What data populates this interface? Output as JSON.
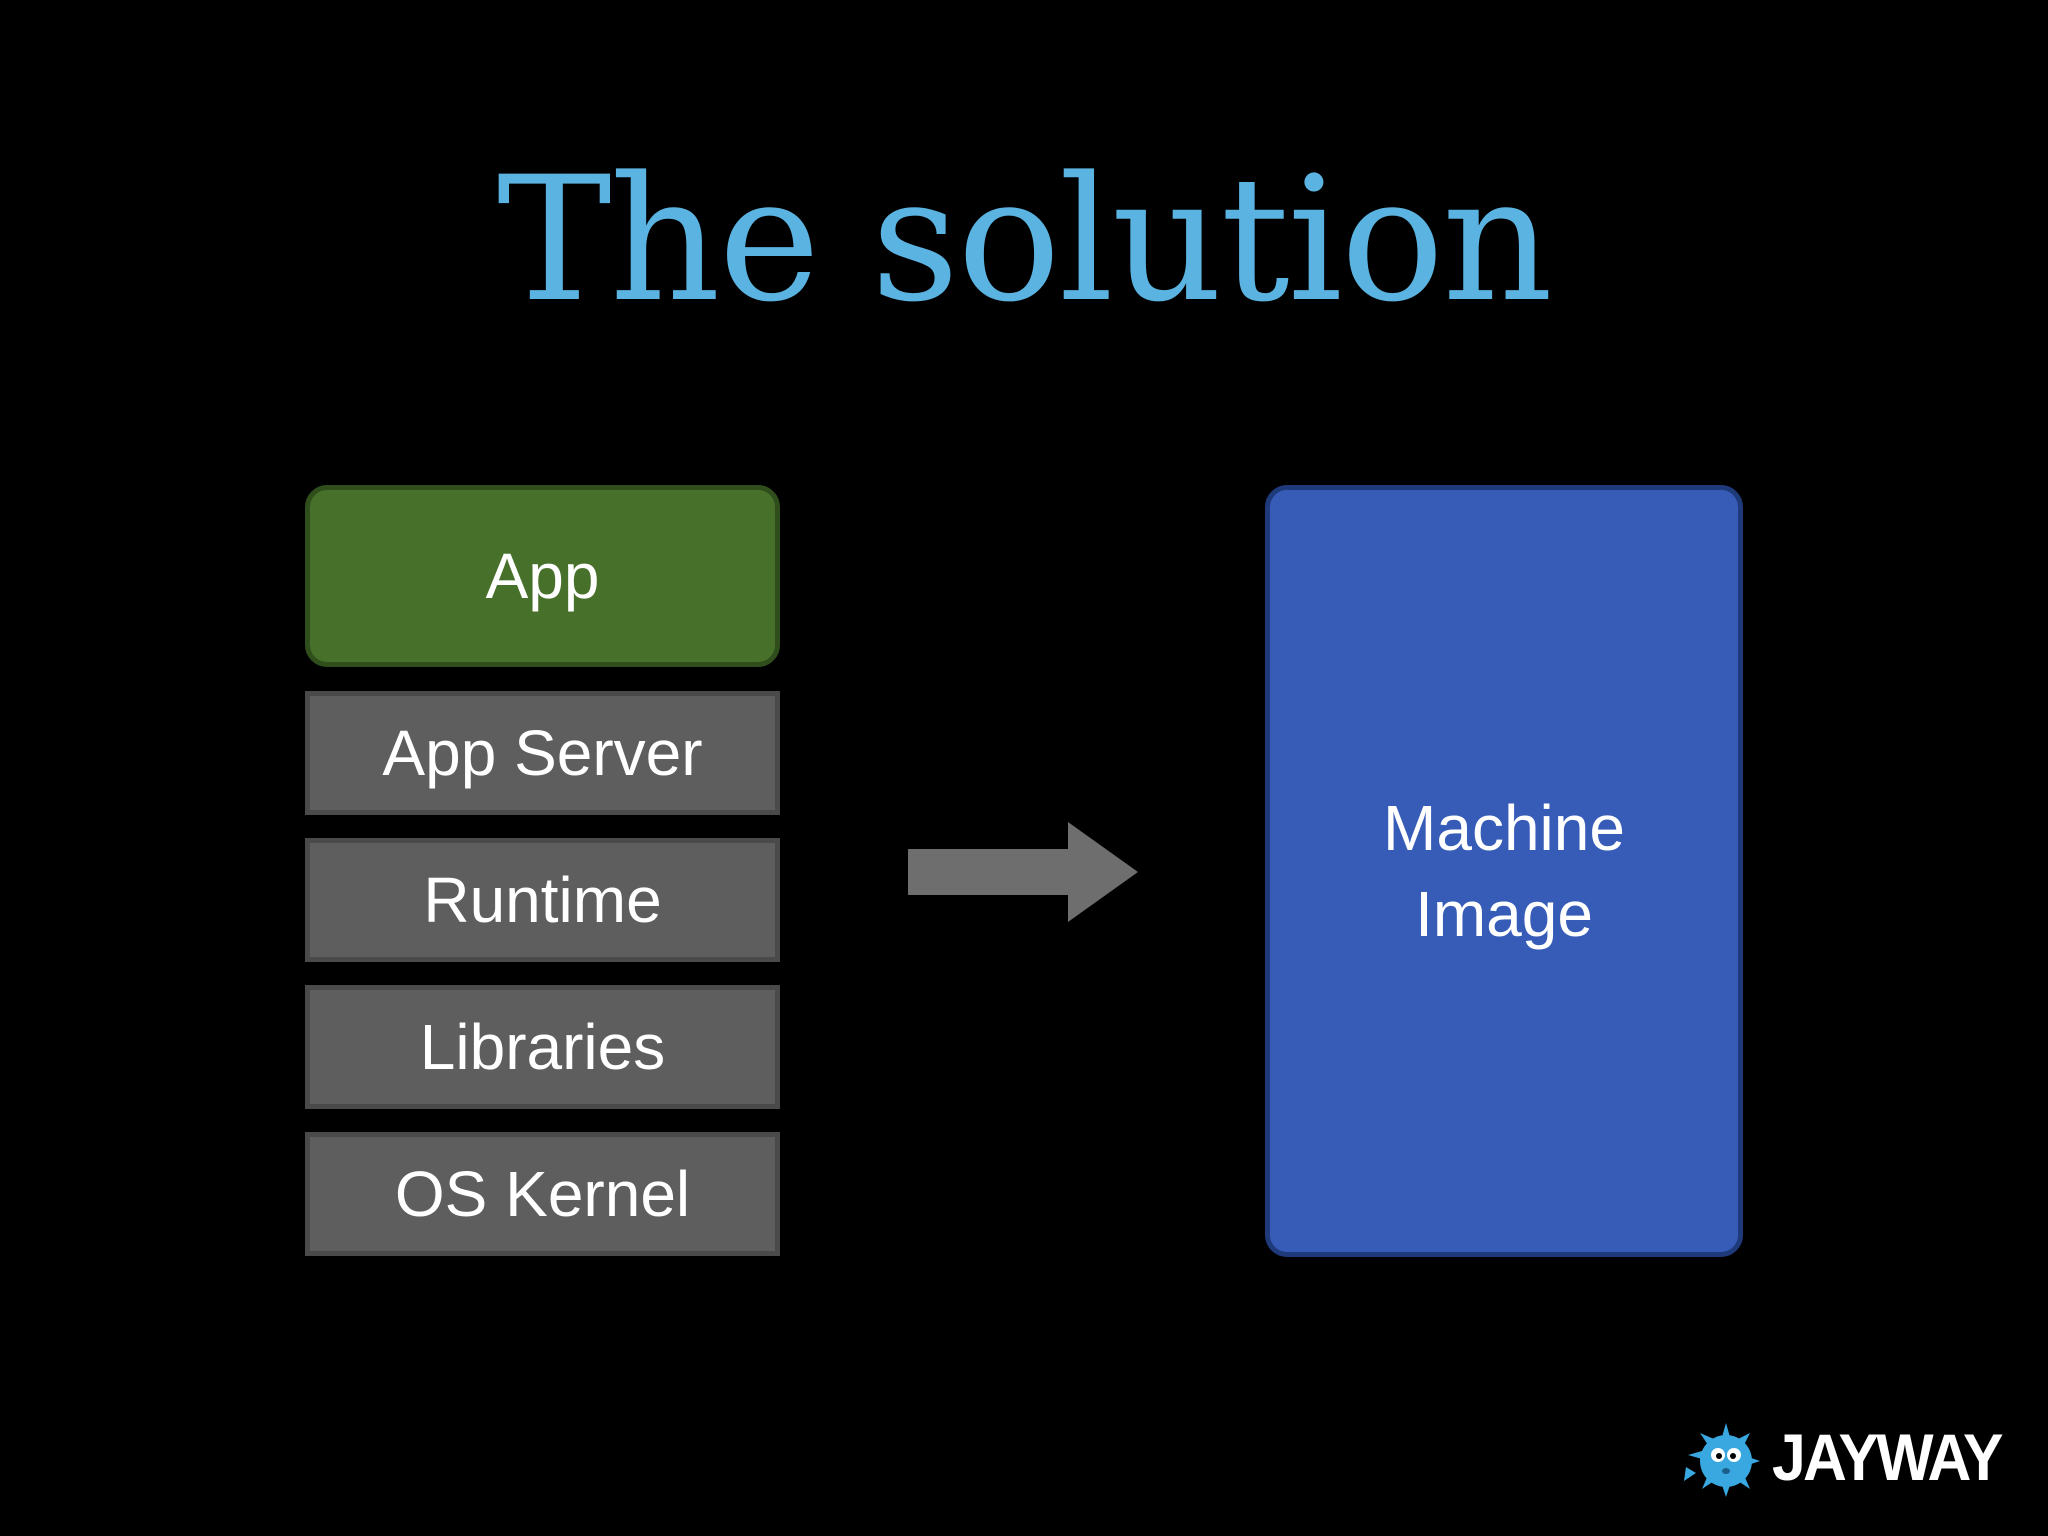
{
  "slide": {
    "title": "The solution"
  },
  "stack": {
    "layers": [
      {
        "label": "App"
      },
      {
        "label": "App Server"
      },
      {
        "label": "Runtime"
      },
      {
        "label": "Libraries"
      },
      {
        "label": "OS Kernel"
      }
    ]
  },
  "target": {
    "label": "Machine\nImage"
  },
  "logo": {
    "text": "JAYWAY",
    "icon": "blowfish-icon"
  },
  "colors": {
    "title": "#5ab3e0",
    "app_layer": "#47702a",
    "gray_layer": "#5e5e5f",
    "machine_image": "#375cb8",
    "arrow": "#6e6e6f",
    "logo_icon": "#3aa8e0"
  }
}
